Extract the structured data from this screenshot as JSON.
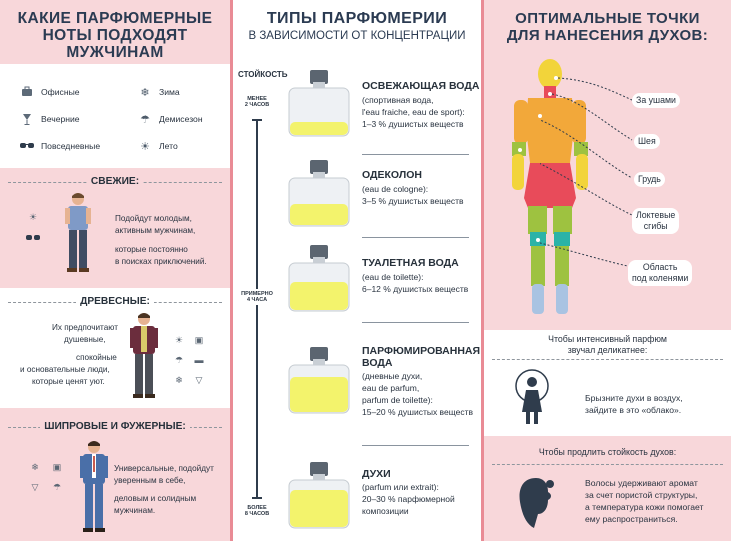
{
  "col1": {
    "title_line1": "КАКИЕ ПАРФЮМЕРНЫЕ",
    "title_line2": "НОТЫ ПОДХОДЯТ",
    "title_line3": "МУЖЧИНАМ",
    "legend": [
      {
        "label": "Офисные",
        "icon": "briefcase-icon"
      },
      {
        "label": "Зима",
        "icon": "snowflake-icon"
      },
      {
        "label": "Вечерние",
        "icon": "glass-icon"
      },
      {
        "label": "Демисезон",
        "icon": "umbrella-icon"
      },
      {
        "label": "Повседневные",
        "icon": "sunglasses-icon"
      },
      {
        "label": "Лето",
        "icon": "sun-icon"
      }
    ],
    "fresh": {
      "header": "СВЕЖИЕ:",
      "text1": "Подойдут молодым,",
      "text2": "активным мужчинам,",
      "text3": "которые постоянно",
      "text4": "в поисках приключений."
    },
    "woody": {
      "header": "ДРЕВЕСНЫЕ:",
      "text1": "Их предпочитают",
      "text2": "душевные,",
      "text3": "спокойные",
      "text4": "и основательные люди,",
      "text5": "которые ценят уют."
    },
    "chypre": {
      "header": "ШИПРОВЫЕ И ФУЖЕРНЫЕ:",
      "text1": "Универсальные, подойдут",
      "text2": "уверенным в себе,",
      "text3": "деловым и солидным",
      "text4": "мужчинам."
    }
  },
  "col2": {
    "title": "ТИПЫ ПАРФЮМЕРИИ",
    "subtitle": "В ЗАВИСИМОСТИ ОТ КОНЦЕНТРАЦИИ",
    "scale_label": "СТОЙКОСТЬ",
    "scale_top1": "МЕНЕЕ",
    "scale_top2": "2 ЧАСОВ",
    "scale_mid1": "ПРИМЕРНО",
    "scale_mid2": "4 ЧАСА",
    "scale_bot1": "БОЛЕЕ",
    "scale_bot2": "8 ЧАСОВ",
    "types": [
      {
        "name": "ОСВЕЖАЮЩАЯ ВОДА",
        "d1": "(спортивная вода,",
        "d2": "l'eau fraiche, eau de sport):",
        "d3": "1–3 % душистых веществ",
        "fill": 0.3
      },
      {
        "name": "ОДЕКОЛОН",
        "d1": "(eau de cologne):",
        "d2": "3–5 % душистых веществ",
        "fill": 0.45
      },
      {
        "name": "ТУАЛЕТНАЯ ВОДА",
        "d1": "(eau de toilette):",
        "d2": "6–12 % душистых веществ",
        "fill": 0.6
      },
      {
        "name": "ПАРФЮМИРОВАННАЯ",
        "name2": "ВОДА",
        "d1": "(дневные духи,",
        "d2": "eau de parfum,",
        "d3": "parfum de toilette):",
        "d4": "15–20 % душистых веществ",
        "fill": 0.75
      },
      {
        "name": "ДУХИ",
        "d1": "(parfum или extrait):",
        "d2": "20–30 % парфюмерной",
        "d3": "композиции",
        "fill": 0.8
      }
    ]
  },
  "col3": {
    "title_line1": "ОПТИМАЛЬНЫЕ ТОЧКИ",
    "title_line2": "ДЛЯ НАНЕСЕНИЯ ДУХОВ:",
    "points": [
      "За ушами",
      "Шея",
      "Грудь",
      "Локтевые сгибы",
      "Область под коленями"
    ],
    "points_split": {
      "elbow1": "Локтевые",
      "elbow2": "сгибы",
      "knee1": "Область",
      "knee2": "под коленями"
    },
    "tip1_head1": "Чтобы интенсивный парфюм",
    "tip1_head2": "звучал деликатнее:",
    "tip1_text1": "Брызните духи в воздух,",
    "tip1_text2": "зайдите в это «облако».",
    "tip2_head": "Чтобы продлить стойкость духов:",
    "tip2_text1": "Волосы удерживают аромат",
    "tip2_text2": "за счет пористой структуры,",
    "tip2_text3": "а температура кожи помогает",
    "tip2_text4": "ему распространиться."
  },
  "colors": {
    "pink_bg": "#f8d7da",
    "separator": "#e98b95",
    "navy": "#2b3b52",
    "liquid": "#f3f36c"
  }
}
